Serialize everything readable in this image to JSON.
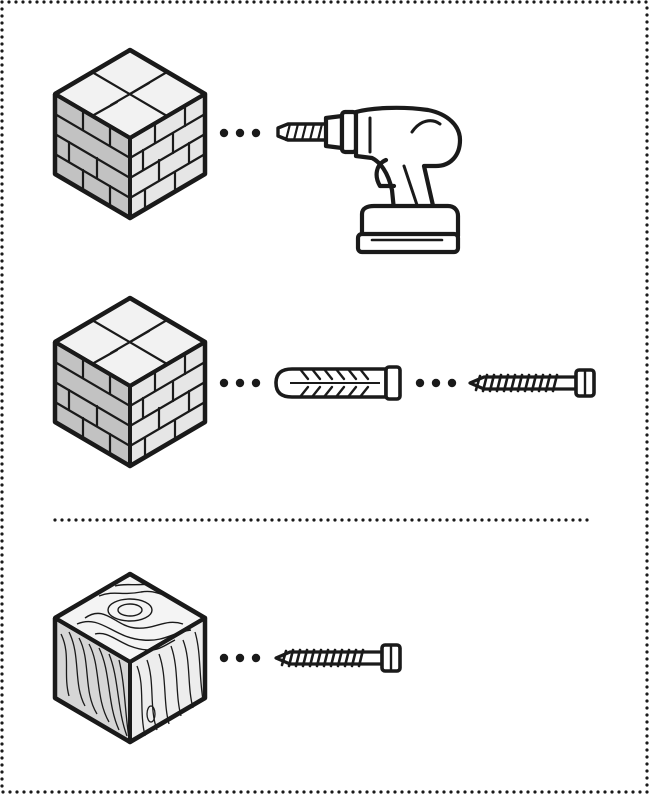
{
  "figure": {
    "rows": [
      {
        "id": "brick-drill",
        "material": "brick",
        "items": [
          "drill"
        ]
      },
      {
        "id": "brick-anchor-screw",
        "material": "brick",
        "items": [
          "wall-plug",
          "screw"
        ]
      },
      {
        "id": "wood-screw",
        "material": "wood",
        "items": [
          "screw"
        ]
      }
    ],
    "icons": [
      "brick-cube-icon",
      "drill-icon",
      "wall-plug-icon",
      "screw-icon",
      "wood-cube-icon",
      "ellipsis-icon"
    ],
    "colors": {
      "stroke": "#1a1a1a",
      "brick_light": "#f2f2f2",
      "brick_mid": "#dcdcdc",
      "brick_dark": "#c2c2c2",
      "wood_fill": "#ededed",
      "background": "#ffffff"
    }
  }
}
